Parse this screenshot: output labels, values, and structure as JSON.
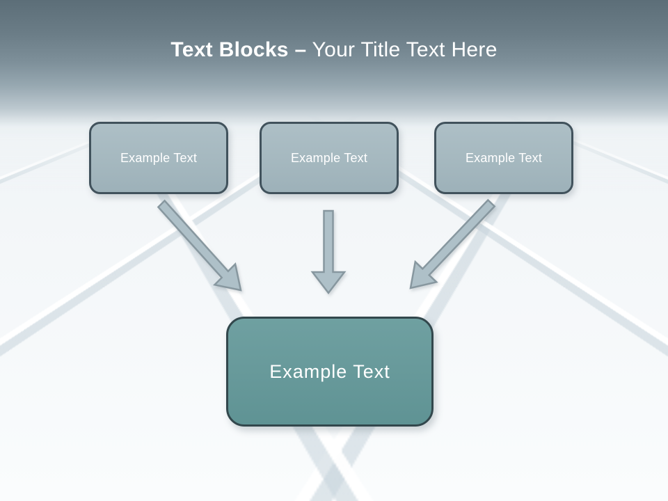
{
  "title": {
    "bold": "Text Blocks",
    "dash": "–",
    "regular": "Your Title Text Here"
  },
  "blocks": {
    "sources": [
      {
        "label": "Example Text"
      },
      {
        "label": "Example Text"
      },
      {
        "label": "Example Text"
      }
    ],
    "target": {
      "label": "Example Text"
    }
  },
  "icons": {
    "arrow_1": "arrow-diagonal-down-right",
    "arrow_2": "arrow-straight-down",
    "arrow_3": "arrow-diagonal-down-left"
  },
  "theme": {
    "sky_top": "#5c6e78",
    "title_color": "#ffffff",
    "box_fill": "#a5b8bf",
    "box_border": "#41525c",
    "target_fill": "#67999a",
    "target_border": "#32474c",
    "arrow_fill": "#aec0c8",
    "arrow_border": "#87979f"
  }
}
